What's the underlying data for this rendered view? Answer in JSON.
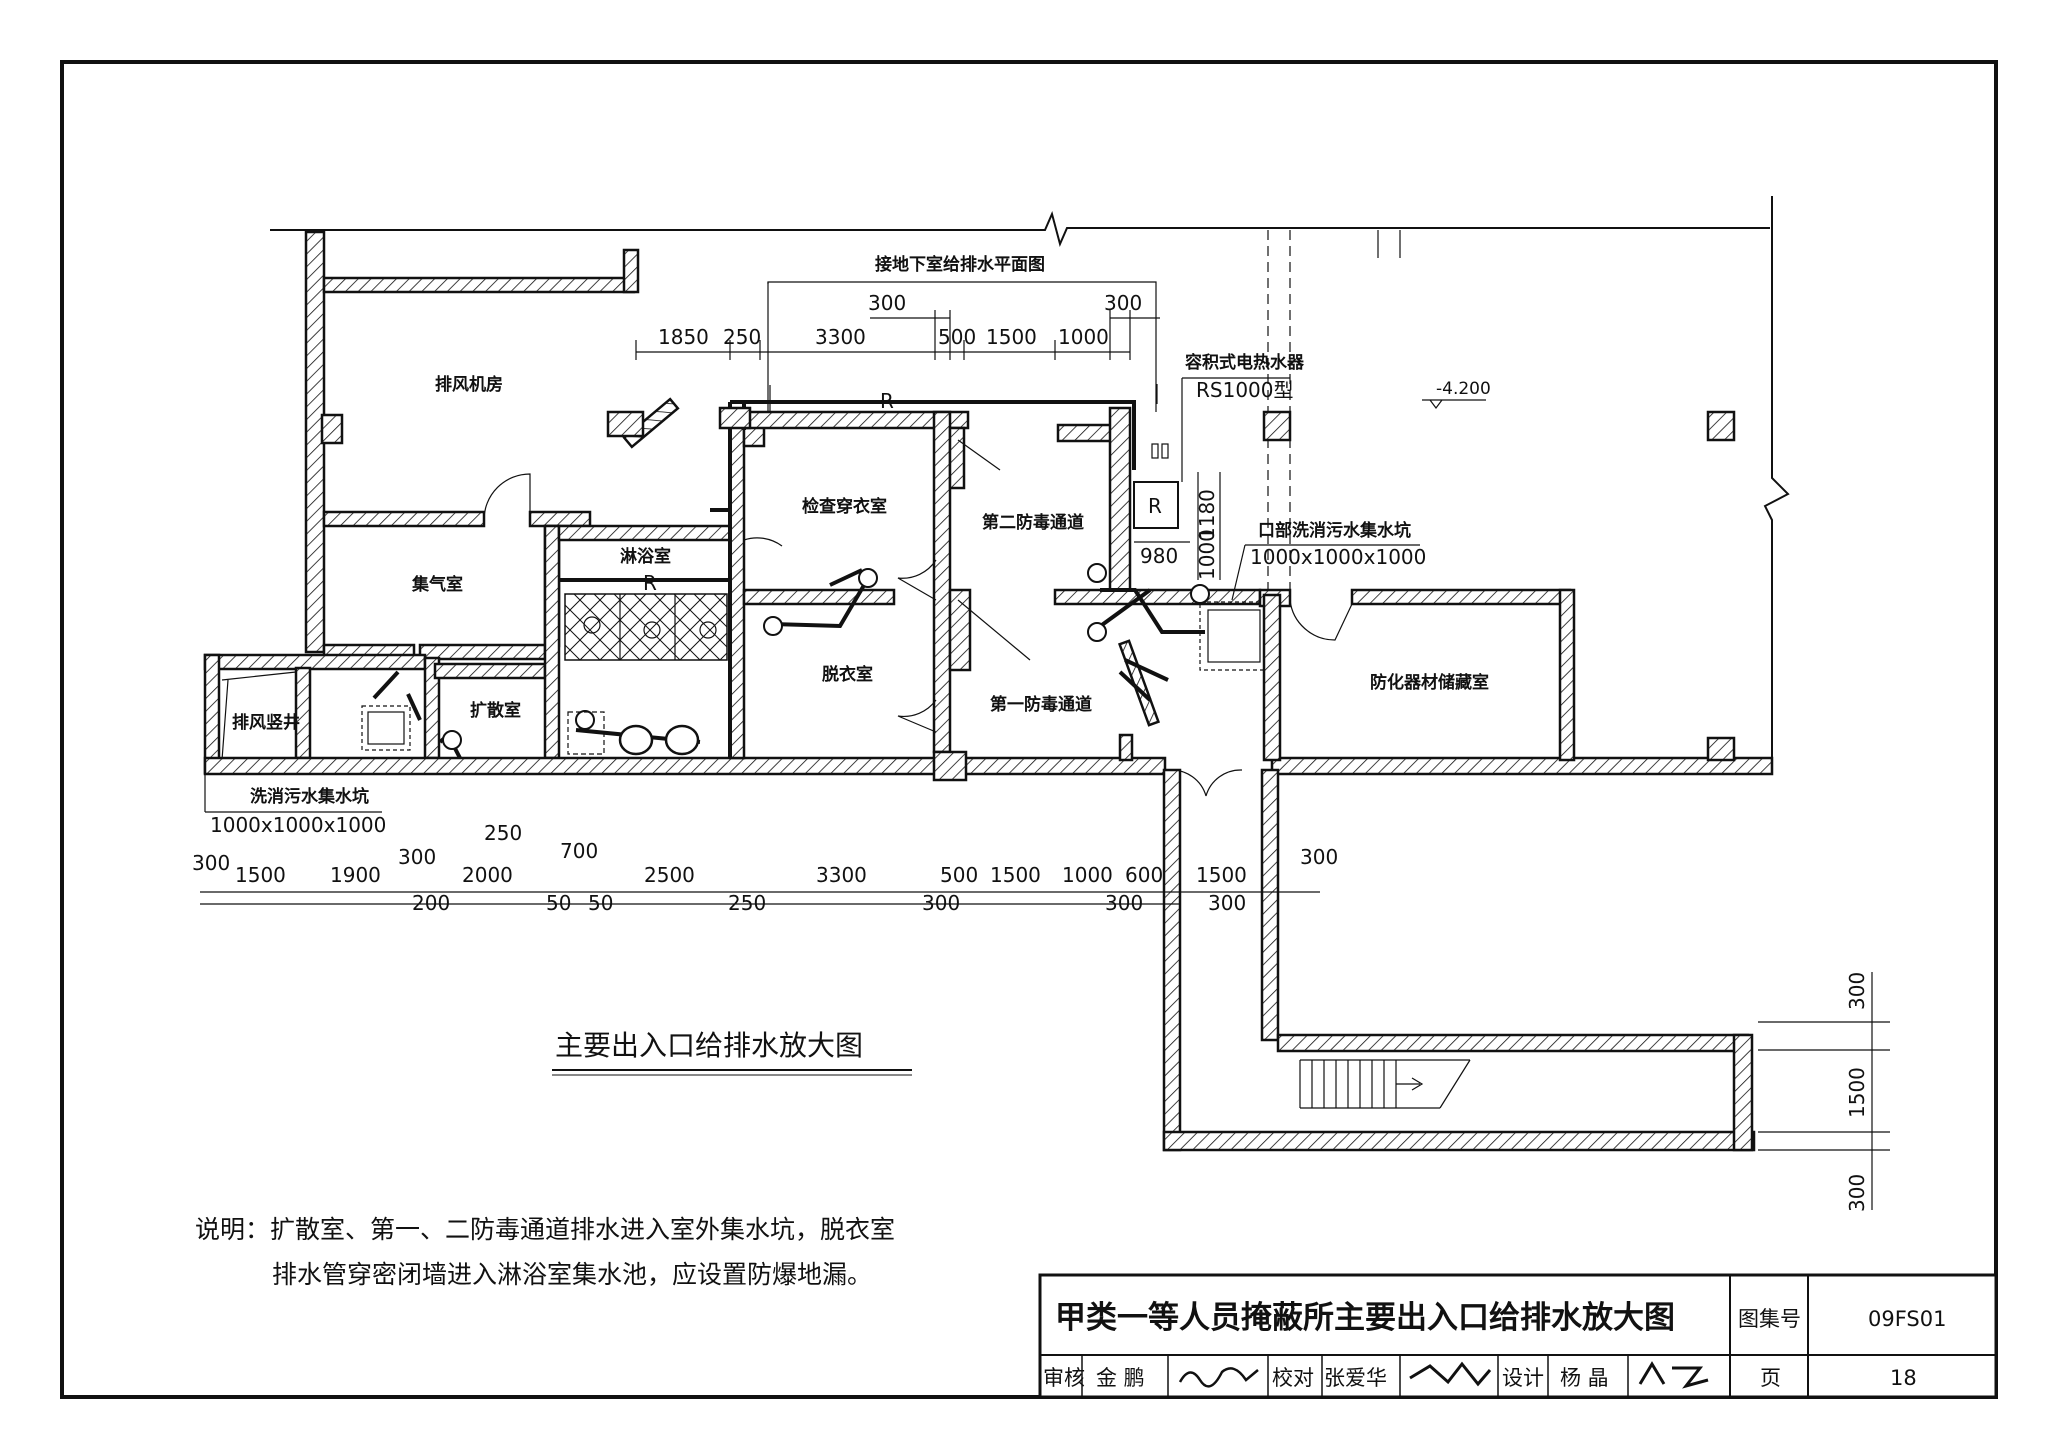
{
  "plan": {
    "rooms": {
      "fan_room": "排风机房",
      "gas_room": "集气室",
      "shower": "淋浴室",
      "inspect_dress": "检查穿衣室",
      "second_decon": "第二防毒通道",
      "first_decon": "第一防毒通道",
      "undress": "脱衣室",
      "expansion": "扩散室",
      "exhaust_shaft": "排风竖井",
      "storage": "防化器材储藏室"
    },
    "connect_label": "接地下室给排水平面图",
    "heater_label": "容积式电热水器",
    "heater_model": "RS1000型",
    "heater_tag": "R",
    "pipe_tag": "R",
    "pit_inner_label": "口部洗消污水集水坑",
    "pit_inner_size": "1000x1000x1000",
    "pit_outer_label": "洗消污水集水坑",
    "pit_outer_size": "1000x1000x1000",
    "elevation": "-4.200",
    "top_dims": [
      "1850",
      "250",
      "3300",
      "500",
      "1500",
      "1000"
    ],
    "top_dims_upper": [
      "300",
      "300"
    ],
    "heater_dims": [
      "1180",
      "980",
      "1000"
    ],
    "bottom_dims_row1": [
      "1500",
      "1900",
      "2000",
      "2500",
      "3300",
      "500",
      "1500",
      "1000",
      "600",
      "1500"
    ],
    "bottom_dims_row0": [
      "300",
      "300",
      "250",
      "700",
      "300"
    ],
    "bottom_dims_row2": [
      "200",
      "50",
      "50",
      "250",
      "300",
      "300",
      "300"
    ],
    "stair_dims": [
      "300",
      "1500",
      "300"
    ]
  },
  "drawing_title": "主要出入口给排水放大图",
  "notes": {
    "line1": "说明：扩散室、第一、二防毒通道排水进入室外集水坑，脱衣室",
    "line2": "排水管穿密闭墙进入淋浴室集水池，应设置防爆地漏。"
  },
  "title_block": {
    "title": "甲类一等人员掩蔽所主要出入口给排水放大图",
    "atlas_label": "图集号",
    "atlas_no": "09FS01",
    "review_label": "审核",
    "reviewer": "金 鹏",
    "check_label": "校对",
    "checker": "张爱华",
    "design_label": "设计",
    "designer": "杨 晶",
    "page_label": "页",
    "page_no": "18"
  }
}
